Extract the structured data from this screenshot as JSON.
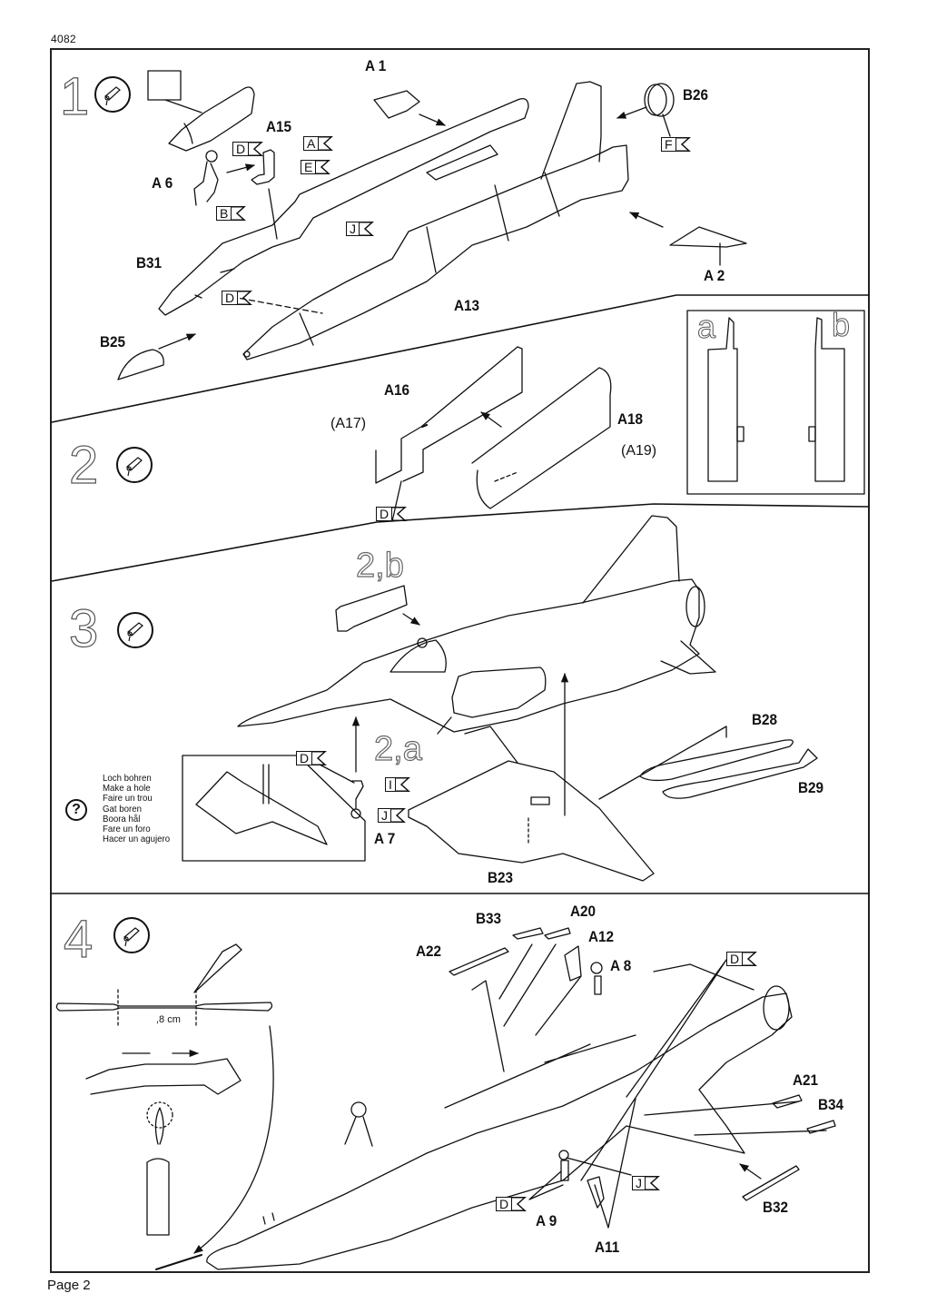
{
  "document": {
    "code": "4082",
    "page_label": "Page 2"
  },
  "steps": [
    {
      "number": "1",
      "glue_icon": "glue-tube-icon",
      "parts": [
        "A 1",
        "A15",
        "B26",
        "A 6",
        "B31",
        "A13",
        "A 2",
        "B25"
      ],
      "color_flags": [
        "D",
        "A",
        "E",
        "B",
        "J",
        "D",
        "F"
      ]
    },
    {
      "number": "2",
      "glue_icon": "glue-tube-icon",
      "parts": [
        "A16",
        "(A17)",
        "A18",
        "(A19)"
      ],
      "color_flags": [
        "D"
      ],
      "variants": [
        "a",
        "b"
      ]
    },
    {
      "number": "3",
      "glue_icon": "glue-tube-icon",
      "refs": [
        "2,b",
        "2,a"
      ],
      "parts": [
        "A 7",
        "B28",
        "B29",
        "B23"
      ],
      "color_flags": [
        "D",
        "I",
        "J"
      ],
      "help": {
        "icon": "question-icon",
        "lines": [
          "Loch bohren",
          "Make a hole",
          "Faire un trou",
          "Gat boren",
          "Boora hål",
          "Fare un foro",
          "Hacer un agujero"
        ]
      }
    },
    {
      "number": "4",
      "glue_icon": "glue-tube-icon",
      "parts": [
        "B33",
        "A20",
        "A22",
        "A12",
        "A 8",
        "A21",
        "B34",
        "B32",
        "A 9",
        "A11"
      ],
      "color_flags": [
        "D",
        "J",
        "D"
      ],
      "dimension": ",8 cm"
    }
  ]
}
